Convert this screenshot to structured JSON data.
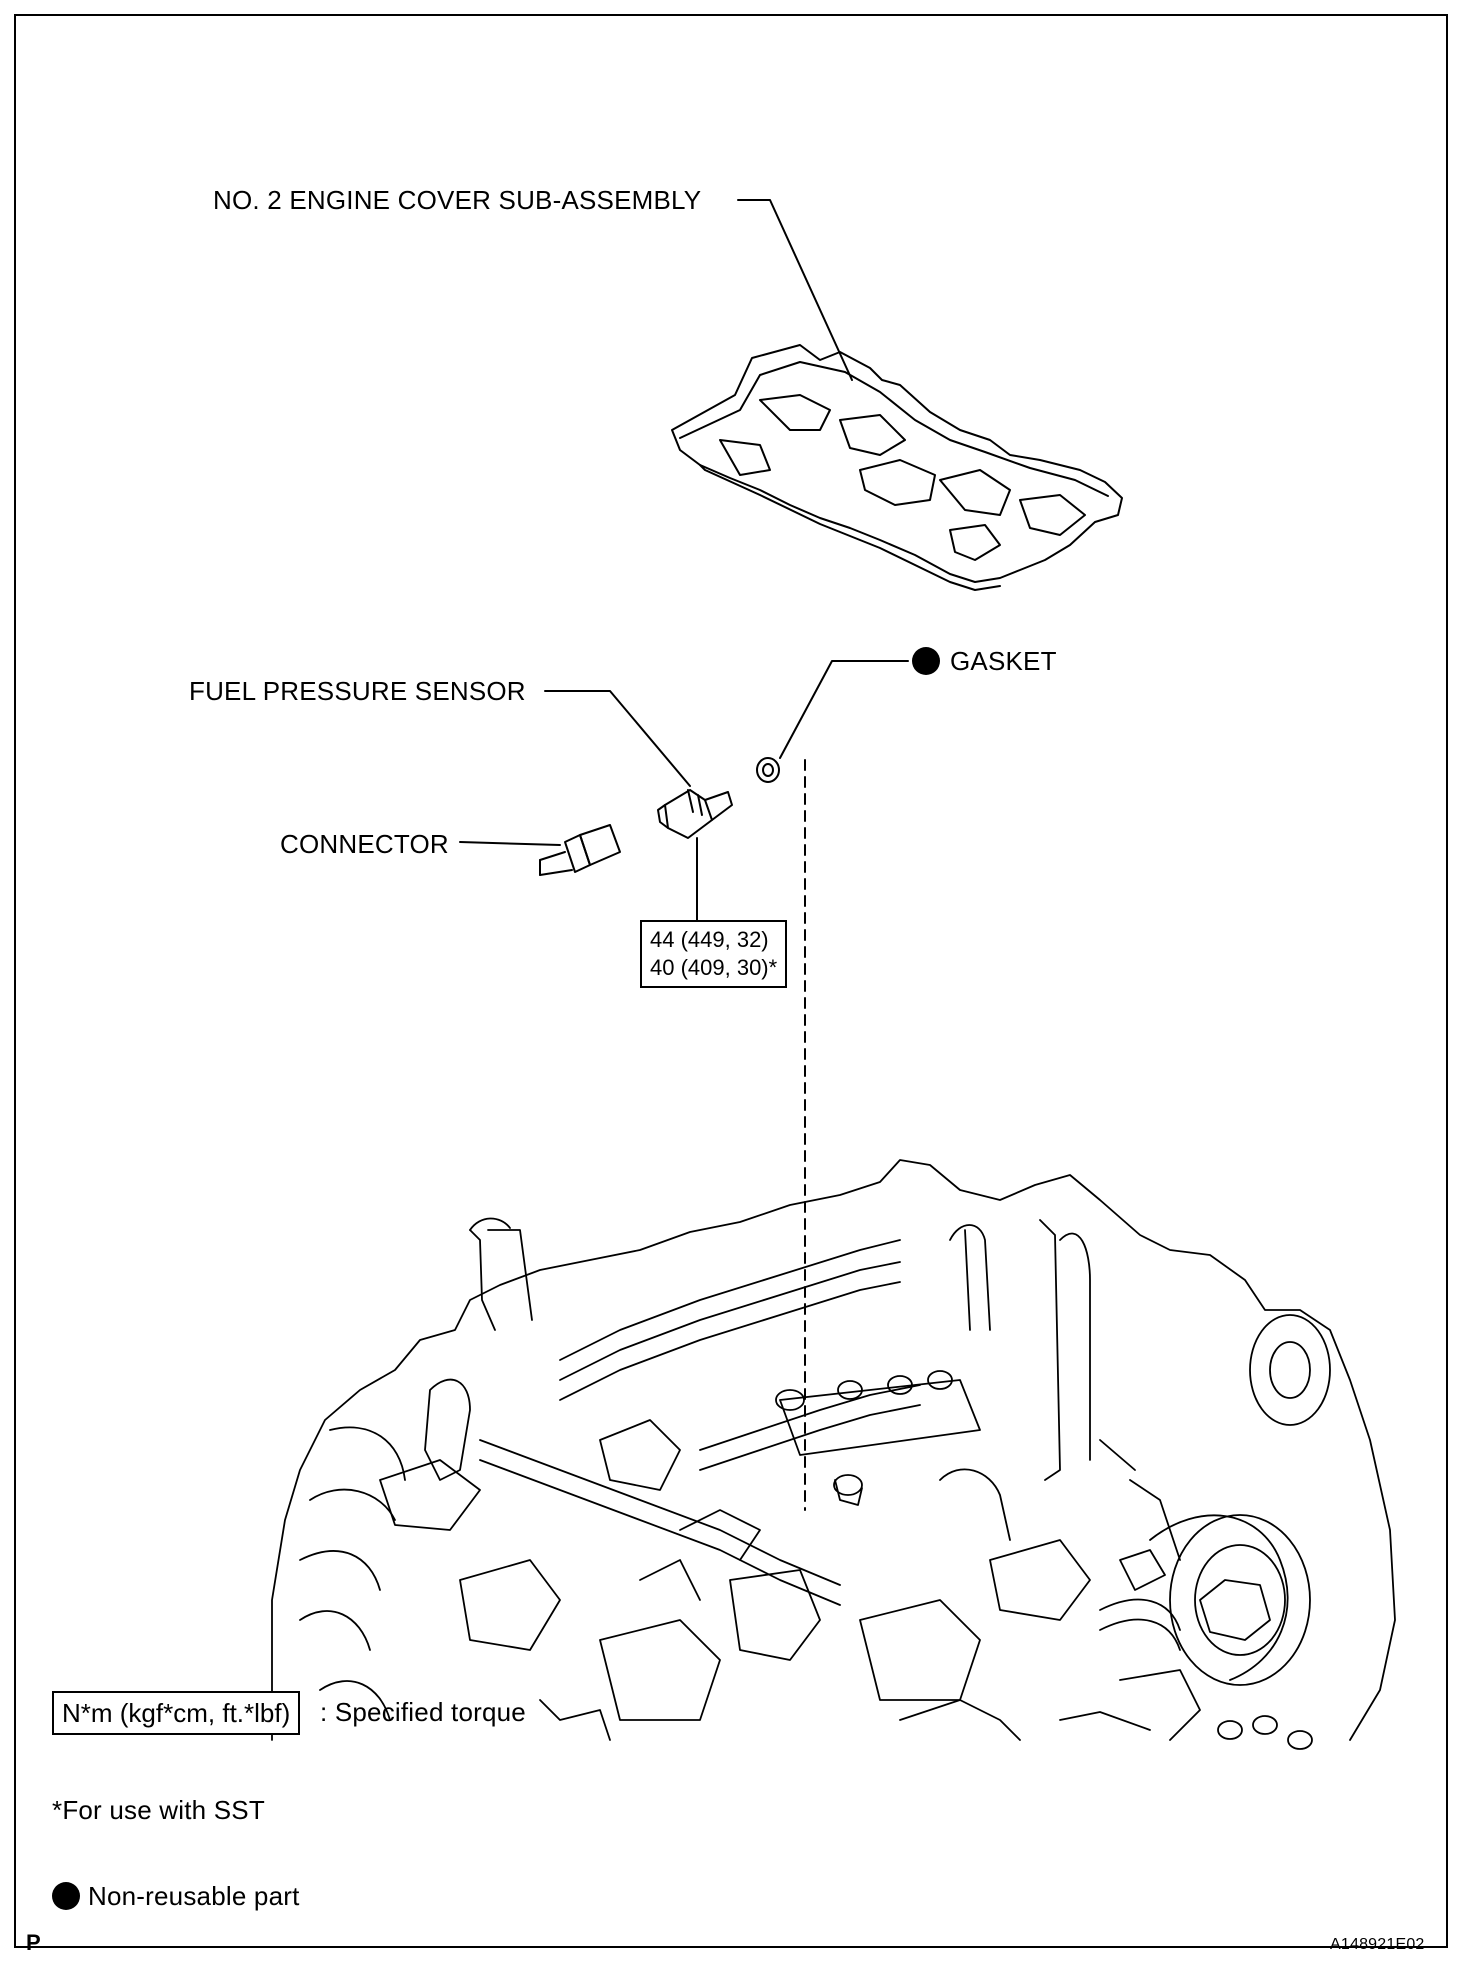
{
  "labels": {
    "engine_cover": "NO. 2 ENGINE COVER SUB-ASSEMBLY",
    "fuel_pressure_sensor": "FUEL PRESSURE SENSOR",
    "gasket": "GASKET",
    "connector": "CONNECTOR"
  },
  "torque": {
    "line1": "44 (449, 32)",
    "line2": "40 (409, 30)*"
  },
  "legend": {
    "torque_units": "N*m (kgf*cm, ft.*lbf)",
    "torque_text": ": Specified torque",
    "sst_note": "*For use with SST",
    "nonreusable": "Non-reusable part"
  },
  "footer": {
    "left_code": "P",
    "figure_id": "A148921E02"
  },
  "icons": {
    "nonreusable_marker": "filled-circle-icon"
  }
}
